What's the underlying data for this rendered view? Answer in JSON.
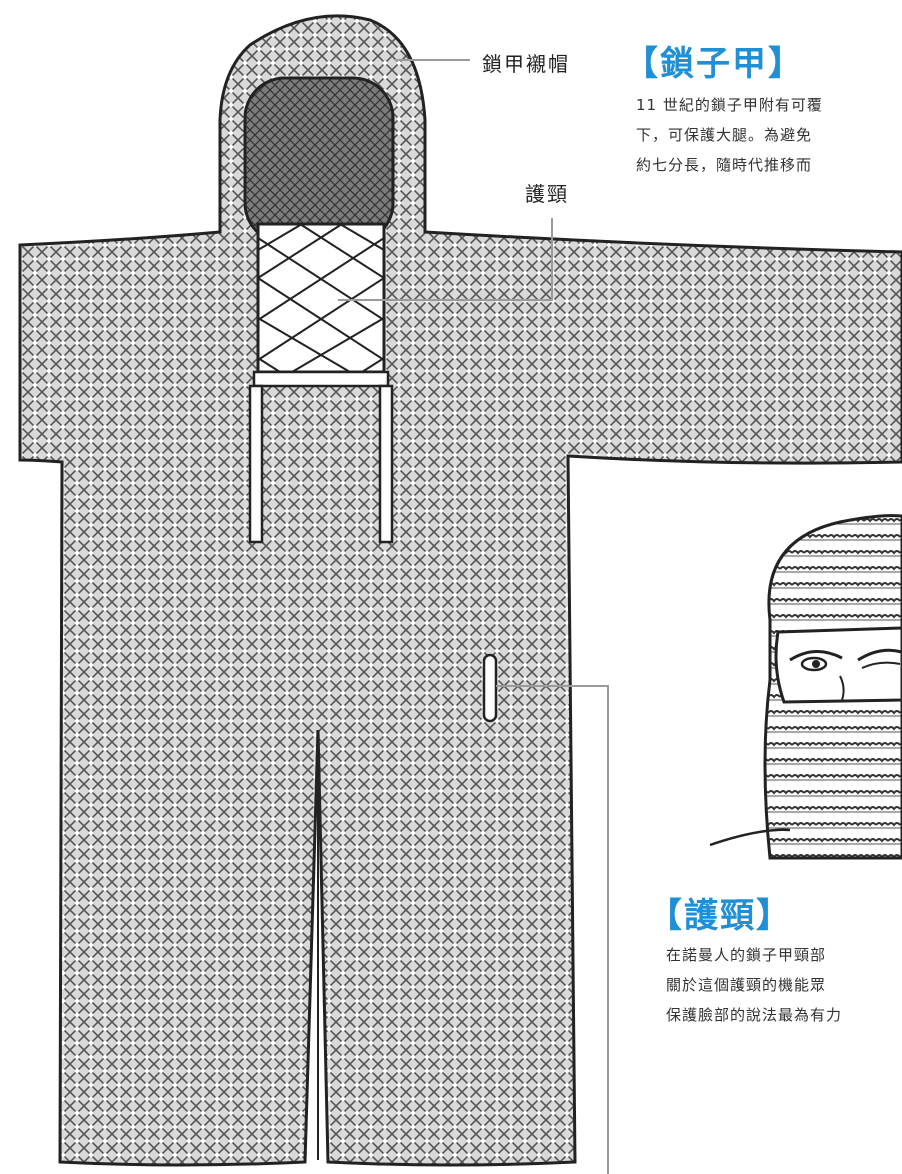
{
  "labels": {
    "coif": "鎖甲襯帽",
    "ventail": "護頸"
  },
  "sections": {
    "mail": {
      "heading": "【鎖子甲】",
      "lines": [
        "11 世紀的鎖子甲附有可覆",
        "下，可保護大腿。為避免",
        "約七分長，隨時代推移而"
      ]
    },
    "ventail": {
      "heading": "【護頸】",
      "lines": [
        "在諾曼人的鎖子甲頸部",
        "關於這個護頸的機能眾",
        "保護臉部的說法最為有力"
      ]
    }
  },
  "colors": {
    "heading": "#1f8fd6",
    "outline": "#222222",
    "mail_fill": "#d6d6d6",
    "leader": "#9a9a9a"
  }
}
